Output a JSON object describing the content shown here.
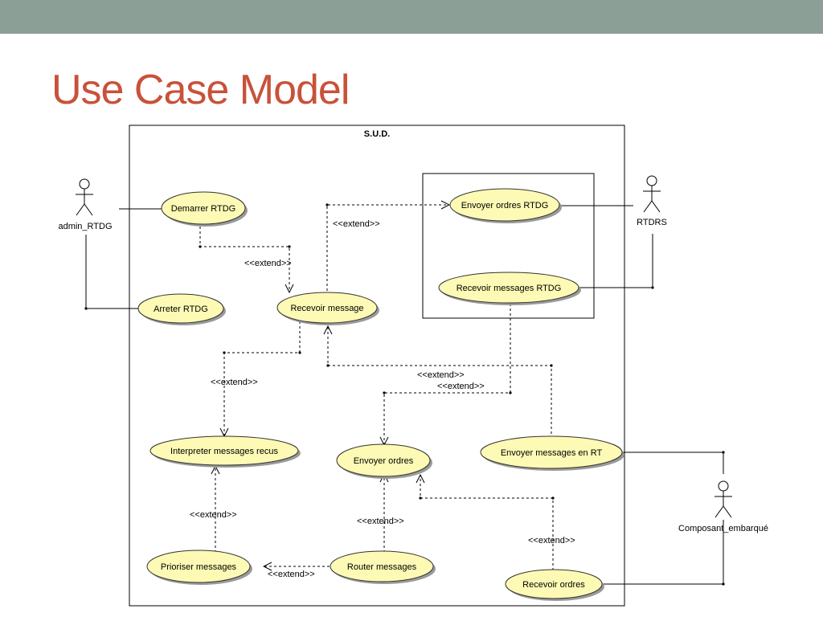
{
  "slide": {
    "title": "Use Case Model",
    "topbar_color": "#8c9f97",
    "title_color": "#c9513a"
  },
  "diagram": {
    "system": "S.U.D.",
    "actors": {
      "admin": "admin_RTDG",
      "rtdrs": "RTDRS",
      "composant": "Composant_embarqué"
    },
    "use_cases": {
      "demarrer": "Demarrer RTDG",
      "arreter": "Arreter RTDG",
      "recevoir_message": "Recevoir message",
      "envoyer_ordres_rtdg": "Envoyer ordres RTDG",
      "recevoir_messages_rtdg": "Recevoir messages RTDG",
      "interpreter": "Interpreter messages recus",
      "envoyer_ordres": "Envoyer ordres",
      "envoyer_messages_rt": "Envoyer messages en RT",
      "prioriser": "Prioriser messages",
      "router": "Router messages",
      "recevoir_ordres": "Recevoir ordres"
    },
    "stereotype": "<<extend>>",
    "use_case_fill": "#fdfab5"
  }
}
